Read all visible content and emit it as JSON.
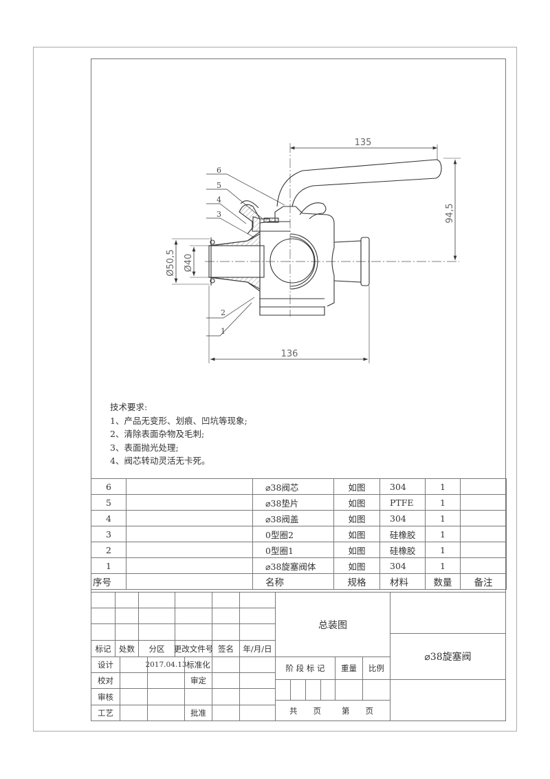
{
  "drawing": {
    "dimensions": {
      "handle_length": "135",
      "height": "94,5",
      "outer_diameter": "Ø50,5",
      "inner_diameter": "Ø40",
      "overall_length": "136"
    },
    "callouts": [
      "6",
      "5",
      "4",
      "3",
      "2",
      "1"
    ]
  },
  "technical_requirements": {
    "title": "技术要求:",
    "items": [
      "1、产品无变形、划痕、凹坑等现象;",
      "2、清除表面杂物及毛刺;",
      "3、表面抛光处理;",
      "4、阀芯转动灵活无卡死。"
    ]
  },
  "parts_list": {
    "rows": [
      {
        "no": "6",
        "name": "⌀38阀芯",
        "spec": "如图",
        "material": "304",
        "qty": "1",
        "remark": ""
      },
      {
        "no": "5",
        "name": "⌀38垫片",
        "spec": "如图",
        "material": "PTFE",
        "qty": "1",
        "remark": ""
      },
      {
        "no": "4",
        "name": "⌀38阀盖",
        "spec": "如图",
        "material": "304",
        "qty": "1",
        "remark": ""
      },
      {
        "no": "3",
        "name": "0型圈2",
        "spec": "如图",
        "material": "硅橡胶",
        "qty": "1",
        "remark": ""
      },
      {
        "no": "2",
        "name": "0型圈1",
        "spec": "如图",
        "material": "硅橡胶",
        "qty": "1",
        "remark": ""
      },
      {
        "no": "1",
        "name": "⌀38旋塞阀体",
        "spec": "如图",
        "material": "304",
        "qty": "1",
        "remark": ""
      }
    ],
    "header": {
      "no": "序号",
      "name": "名称",
      "spec": "规格",
      "material": "材料",
      "qty": "数量",
      "remark": "备注"
    }
  },
  "title_block": {
    "revision_headers": [
      "标记",
      "处数",
      "分区",
      "更改文件号",
      "签名",
      "年/月/日"
    ],
    "design_label": "设计",
    "design_date": "2017.04.13",
    "standardization_label": "标准化",
    "check_label": "校对",
    "approve_label": "审定",
    "review_label": "审核",
    "process_label": "工艺",
    "ratify_label": "批准",
    "drawing_title": "总装图",
    "stage_mark_label": "阶 段 标 记",
    "weight_label": "重量",
    "scale_label": "比例",
    "total_pages_label": "共　　页",
    "page_label": "第　　页",
    "part_name": "⌀38旋塞阀"
  }
}
